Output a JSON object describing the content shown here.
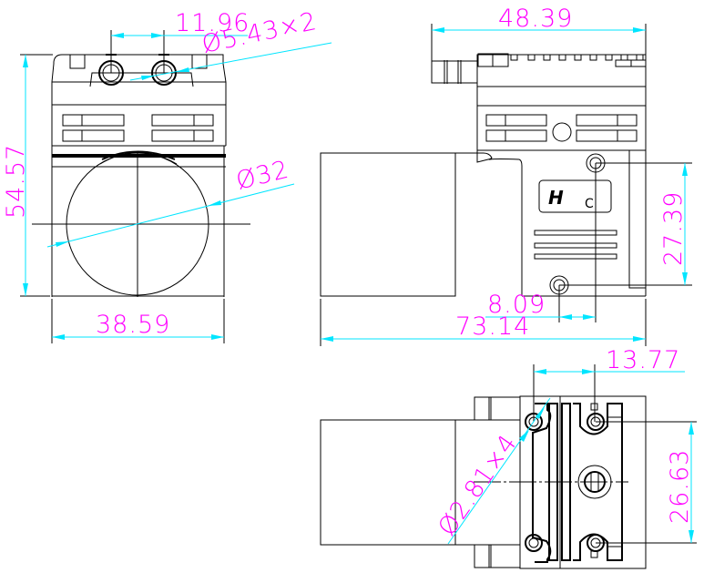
{
  "drawing": {
    "title": "Pump outline drawing - three views",
    "line_color": "#000000",
    "dimension_line_color": "#00e5ff",
    "dimension_text_color": "#ff00ff"
  },
  "front_view": {
    "dimensions": {
      "port_spacing": "11.96",
      "port_diameter": "Ø5.43×2",
      "height": "54.57",
      "motor_diameter": "Ø32",
      "width": "38.59"
    }
  },
  "side_view": {
    "logo": {
      "mark": "H",
      "sub": "C"
    },
    "dimensions": {
      "head_width": "48.39",
      "mount_hole_spacing_v": "27.39",
      "mount_hole_offset_h": "8.09",
      "overall_length": "73.14"
    }
  },
  "bottom_view": {
    "dimensions": {
      "hole_spacing_h": "13.77",
      "hole_diameter": "Ø2.81×4",
      "hole_spacing_v": "26.63"
    }
  }
}
